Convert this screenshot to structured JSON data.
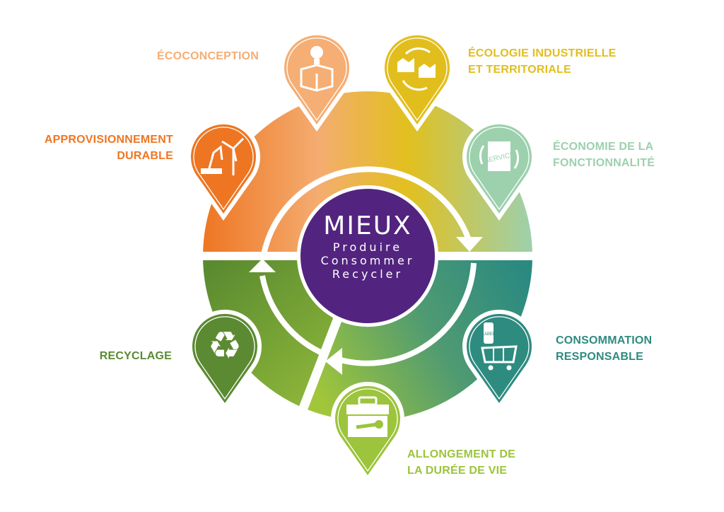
{
  "center": {
    "title": "MIEUX",
    "lines": [
      "Produire",
      "Consommer",
      "Recycler"
    ]
  },
  "colors": {
    "purple": "#52247f",
    "approvisionnement": "#ee7623",
    "ecoconception": "#f5ae74",
    "ecologie": "#e2be1c",
    "economie": "#9dd0ad",
    "consommation": "#2e8b80",
    "allongement": "#9cc43c",
    "recyclage": "#5b8a32"
  },
  "pillars": {
    "approvisionnement": {
      "lines": [
        "APPROVISIONNEMENT",
        "DURABLE"
      ],
      "icon": "excavator-wind-turbine-icon"
    },
    "ecoconception": {
      "lines": [
        "ÉCOCONCEPTION"
      ],
      "icon": "lightbulb-box-icon"
    },
    "ecologie": {
      "lines": [
        "ÉCOLOGIE INDUSTRIELLE",
        "ET TERRITORIALE"
      ],
      "icon": "factories-cycle-icon"
    },
    "economie": {
      "lines": [
        "ÉCONOMIE DE LA",
        "FONCTIONNALITÉ"
      ],
      "icon": "service-exchange-icon",
      "icon_text": "SERVICE"
    },
    "consommation": {
      "lines": [
        "CONSOMMATION",
        "RESPONSABLE"
      ],
      "icon": "label-bottle-cart-icon",
      "icon_text": "LABEL"
    },
    "allongement": {
      "lines": [
        "ALLONGEMENT DE",
        "LA DURÉE DE VIE"
      ],
      "icon": "toolbox-wrench-icon"
    },
    "recyclage": {
      "lines": [
        "RECYCLAGE"
      ],
      "icon": "recycle-icon"
    }
  }
}
